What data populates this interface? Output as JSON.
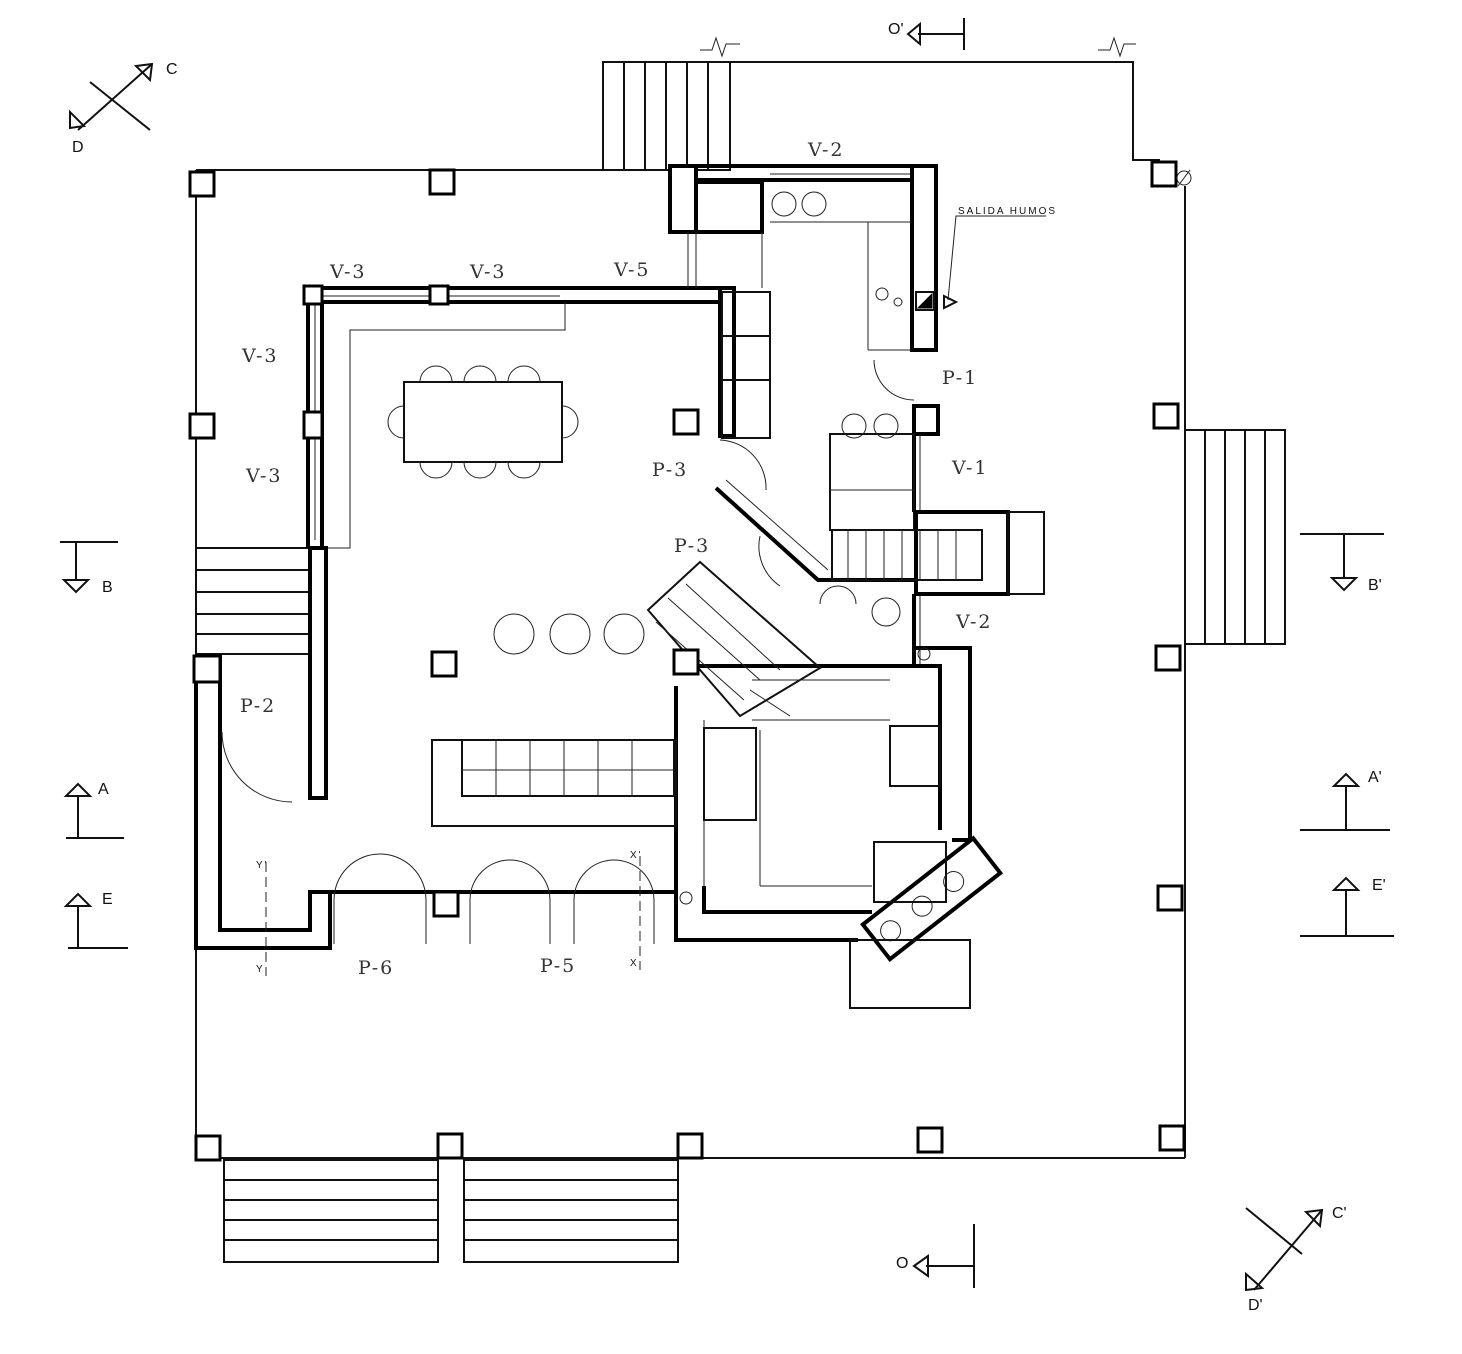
{
  "labels": {
    "v2_top": "V-2",
    "v3_a": "V-3",
    "v3_b": "V-3",
    "v5": "V-5",
    "v3_c": "V-3",
    "v3_d": "V-3",
    "p1": "P-1",
    "v1": "V-1",
    "p3_a": "P-3",
    "p3_b": "P-3",
    "v2_right": "V-2",
    "p2": "P-2",
    "p6": "P-6",
    "p5": "P-5",
    "salida": "SALIDA HUMOS"
  },
  "section_marks": {
    "c": "C",
    "d": "D",
    "c2": "C'",
    "d2": "D'",
    "o": "O",
    "o2": "O'",
    "b": "B",
    "b2": "B'",
    "a": "A",
    "a2": "A'",
    "e": "E",
    "e2": "E'",
    "x1": "X'",
    "x2": "X",
    "y1": "Y'",
    "y2": "Y"
  },
  "colors": {
    "ink": "#111111",
    "paper": "#ffffff"
  }
}
